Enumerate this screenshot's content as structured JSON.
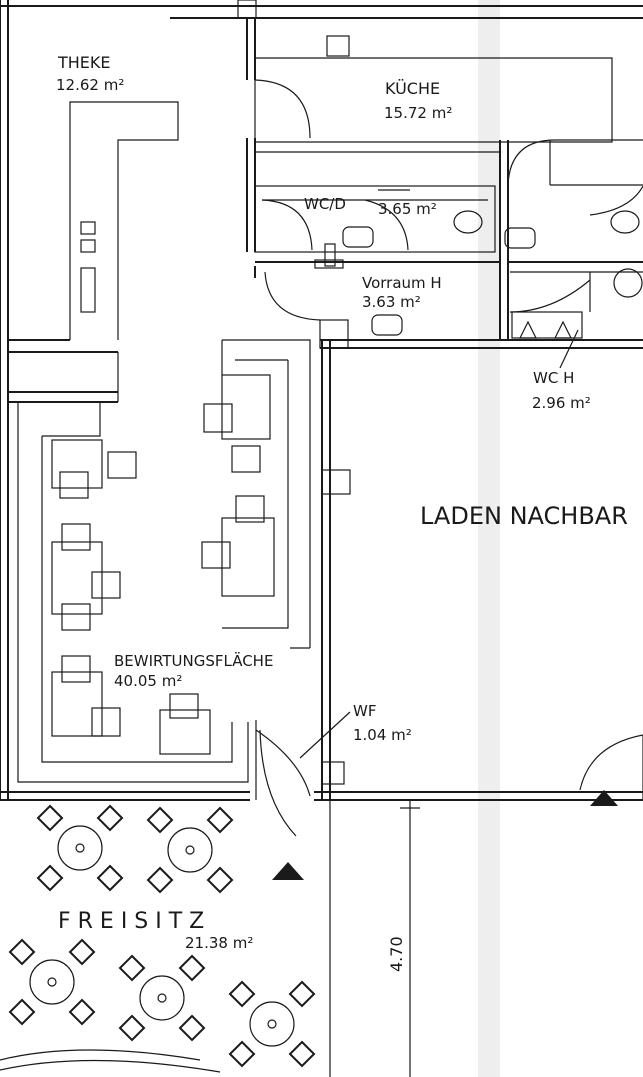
{
  "rooms": {
    "theke": {
      "name": "THEKE",
      "area": "12.62 m²"
    },
    "kueche": {
      "name": "KÜCHE",
      "area": "15.72 m²"
    },
    "wc_d": {
      "name": "WC/D",
      "area": "3.65 m²"
    },
    "vorraum_h": {
      "name": "Vorraum H",
      "area": "3.63 m²"
    },
    "wc_h": {
      "name": "WC H",
      "area": "2.96 m²"
    },
    "laden_nachbar": {
      "name": "LADEN NACHBAR"
    },
    "bewirtungsflaeche": {
      "name": "BEWIRTUNGSFLÄCHE",
      "area": "40.05 m²"
    },
    "wf": {
      "name": "WF",
      "area": "1.04 m²"
    },
    "freisitz": {
      "name": "F R E I S I T Z",
      "area": "21.38 m²"
    }
  },
  "dimensions": {
    "freisitz_depth": "4.70"
  },
  "colors": {
    "ink": "#1a1a1a",
    "paper": "#ffffff",
    "scan_band": "#d9d9d9"
  }
}
